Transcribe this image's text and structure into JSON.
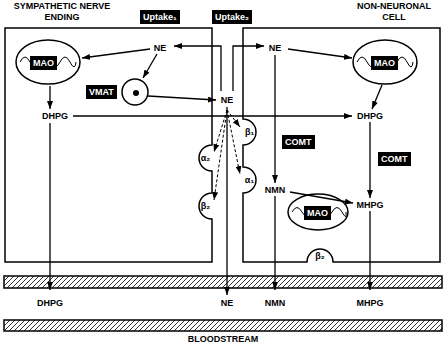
{
  "diagram": {
    "nodes": [
      {
        "text": [
          "SYMPATHETIC NERVE ENDING"
        ]
      },
      {
        "text": [
          "Uptake₁"
        ]
      },
      {
        "text": [
          "Uptake₂"
        ]
      },
      {
        "text": [
          "NON-NEURONAL CELL"
        ]
      },
      {
        "text": [
          "MAO"
        ],
        "in": 0
      },
      {
        "text": [
          "VMAT"
        ],
        "in": 0
      },
      {
        "text": [
          "MAO"
        ],
        "in": 3
      },
      {
        "text": [
          "COMT"
        ],
        "in": 3
      },
      {
        "text": [
          "COMT"
        ],
        "in": 3
      },
      {
        "text": [
          "MAO"
        ],
        "in": 3
      },
      {
        "text": [
          "DHPG",
          "NE",
          "NMN",
          "MHPG",
          "BLOODSTREAM"
        ]
      }
    ],
    "edges": [
      {
        "from": 0,
        "to": 10,
        "arrow": "to"
      },
      {
        "from": 3,
        "to": 10,
        "arrow": "to"
      },
      {
        "from": 3,
        "to": 10,
        "arrow": "to"
      }
    ],
    "labels": [
      "NE",
      "DHPG",
      "NE",
      "β₁",
      "α₂",
      "α₁",
      "β₂",
      "NE",
      "DHPG",
      "NMN",
      "MHPG",
      "β₂"
    ]
  }
}
